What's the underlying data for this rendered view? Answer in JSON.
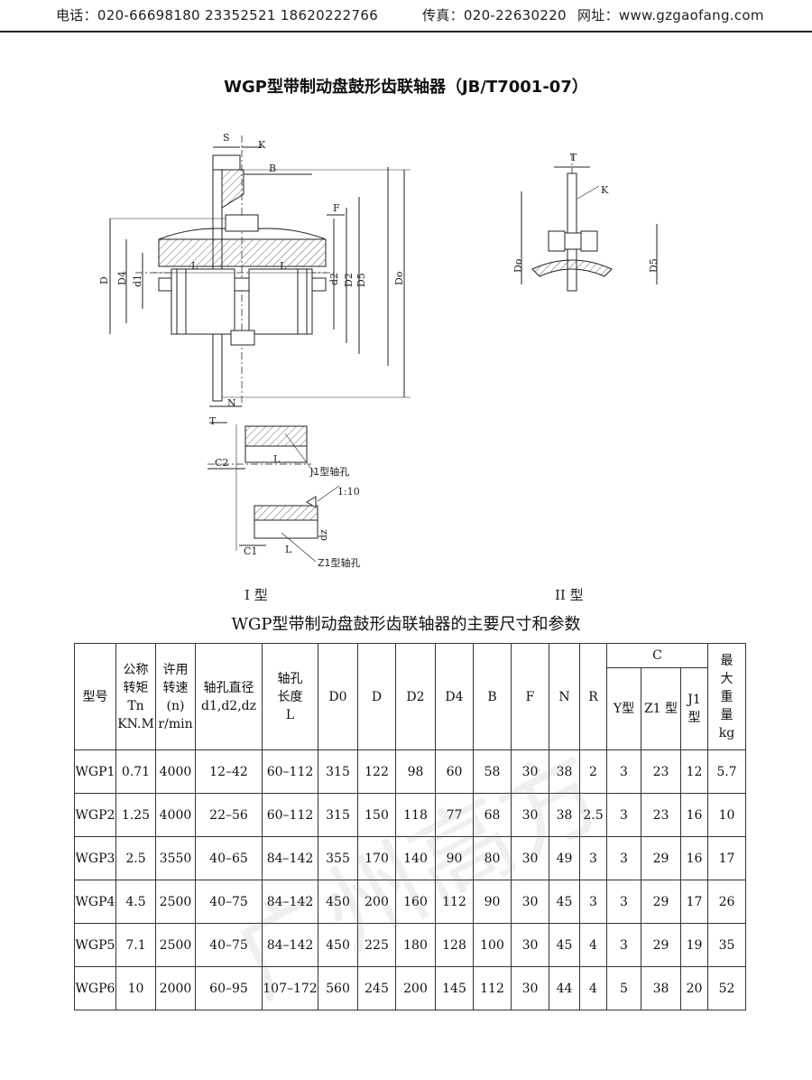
{
  "header": {
    "phone": "电话：020-66698180   23352521   18620222766",
    "fax": "传真：020-22630220",
    "website": "网址：www.gzgaofang.com"
  },
  "title": "WGP型带制动盘鼓形齿联轴器（JB/T7001-07）",
  "drawing": {
    "type1_caption": "I 型",
    "type2_caption": "II 型",
    "j1_label": "J1型轴孔",
    "z1_label": "Z1型轴孔",
    "taper": "1:10",
    "labels": {
      "S": "S",
      "K": "K",
      "B": "B",
      "F": "F",
      "D": "D",
      "D4": "D4",
      "d1": "d1",
      "L": "L",
      "d2": "d2",
      "D2": "D2",
      "D5": "D5",
      "Do": "Do",
      "N": "N",
      "T": "T",
      "C2": "C2",
      "C1": "C1",
      "dz": "dz"
    }
  },
  "table": {
    "title": "WGP型带制动盘鼓形齿联轴器的主要尺寸和参数",
    "headers": {
      "model": "型号",
      "torque": [
        "公称",
        "转矩",
        "Tn",
        "KN.M"
      ],
      "speed": [
        "许用",
        "转速",
        "(n)",
        "r/min"
      ],
      "bore": [
        "轴孔直径",
        "d1,d2,dz"
      ],
      "length": [
        "轴孔",
        "长度",
        "L"
      ],
      "D0": "D0",
      "D": "D",
      "D2": "D2",
      "D4": "D4",
      "B": "B",
      "F": "F",
      "N": "N",
      "R": "R",
      "C": "C",
      "Y": "Y型",
      "Z1": "Z1 型",
      "J1": [
        "J1",
        "型"
      ],
      "weight": [
        "最",
        "大",
        "重",
        "量",
        "kg"
      ]
    },
    "rows": [
      [
        "WGP1",
        "0.71",
        "4000",
        "12–42",
        "60–112",
        "315",
        "122",
        "98",
        "60",
        "58",
        "30",
        "38",
        "2",
        "3",
        "23",
        "12",
        "5.7"
      ],
      [
        "WGP2",
        "1.25",
        "4000",
        "22–56",
        "60–112",
        "315",
        "150",
        "118",
        "77",
        "68",
        "30",
        "38",
        "2.5",
        "3",
        "23",
        "16",
        "10"
      ],
      [
        "WGP3",
        "2.5",
        "3550",
        "40–65",
        "84–142",
        "355",
        "170",
        "140",
        "90",
        "80",
        "30",
        "49",
        "3",
        "3",
        "29",
        "16",
        "17"
      ],
      [
        "WGP4",
        "4.5",
        "2500",
        "40–75",
        "84–142",
        "450",
        "200",
        "160",
        "112",
        "90",
        "30",
        "45",
        "3",
        "3",
        "29",
        "17",
        "26"
      ],
      [
        "WGP5",
        "7.1",
        "2500",
        "40–75",
        "84–142",
        "450",
        "225",
        "180",
        "128",
        "100",
        "30",
        "45",
        "4",
        "3",
        "29",
        "19",
        "35"
      ],
      [
        "WGP6",
        "10",
        "2000",
        "60–95",
        "107–172",
        "560",
        "245",
        "200",
        "145",
        "112",
        "30",
        "44",
        "4",
        "5",
        "38",
        "20",
        "52"
      ]
    ]
  },
  "watermark": "广州高方"
}
